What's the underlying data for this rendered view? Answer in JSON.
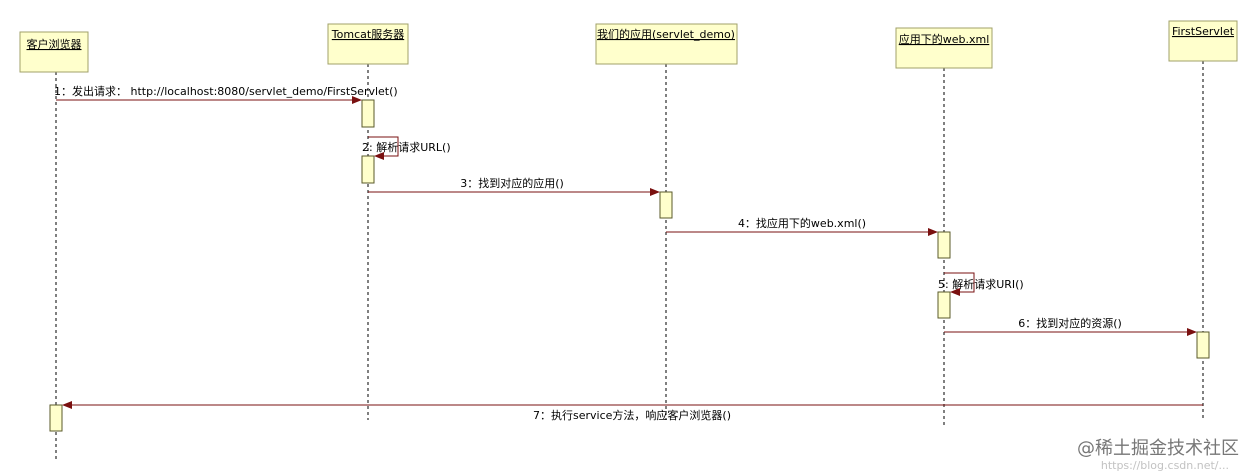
{
  "diagram": {
    "type": "sequence",
    "lifelines": [
      {
        "id": "client",
        "title": "客户浏览器"
      },
      {
        "id": "tomcat",
        "title": "Tomcat服务器"
      },
      {
        "id": "app",
        "title": "我们的应用(servlet_demo)"
      },
      {
        "id": "webxml",
        "title": "应用下的web.xml"
      },
      {
        "id": "servlet",
        "title": "FirstServlet"
      }
    ],
    "messages": [
      {
        "from": "client",
        "to": "tomcat",
        "label": "1：发出请求： http://localhost:8080/servlet_demo/FirstServlet()"
      },
      {
        "from": "tomcat",
        "to": "tomcat",
        "label": "2: 解析请求URL()"
      },
      {
        "from": "tomcat",
        "to": "app",
        "label": "3：找到对应的应用()"
      },
      {
        "from": "app",
        "to": "webxml",
        "label": "4：找应用下的web.xml()"
      },
      {
        "from": "webxml",
        "to": "webxml",
        "label": "5: 解析请求URI()"
      },
      {
        "from": "webxml",
        "to": "servlet",
        "label": "6：找到对应的资源()"
      },
      {
        "from": "servlet",
        "to": "client",
        "label": "7：执行service方法，响应客户浏览器()"
      }
    ]
  },
  "watermark": {
    "brand": "@稀土掘金技术社区",
    "url": "https://blog.csdn.net/..."
  },
  "colors": {
    "box_fill": "#ffffcc",
    "message_line": "#7a1010"
  }
}
